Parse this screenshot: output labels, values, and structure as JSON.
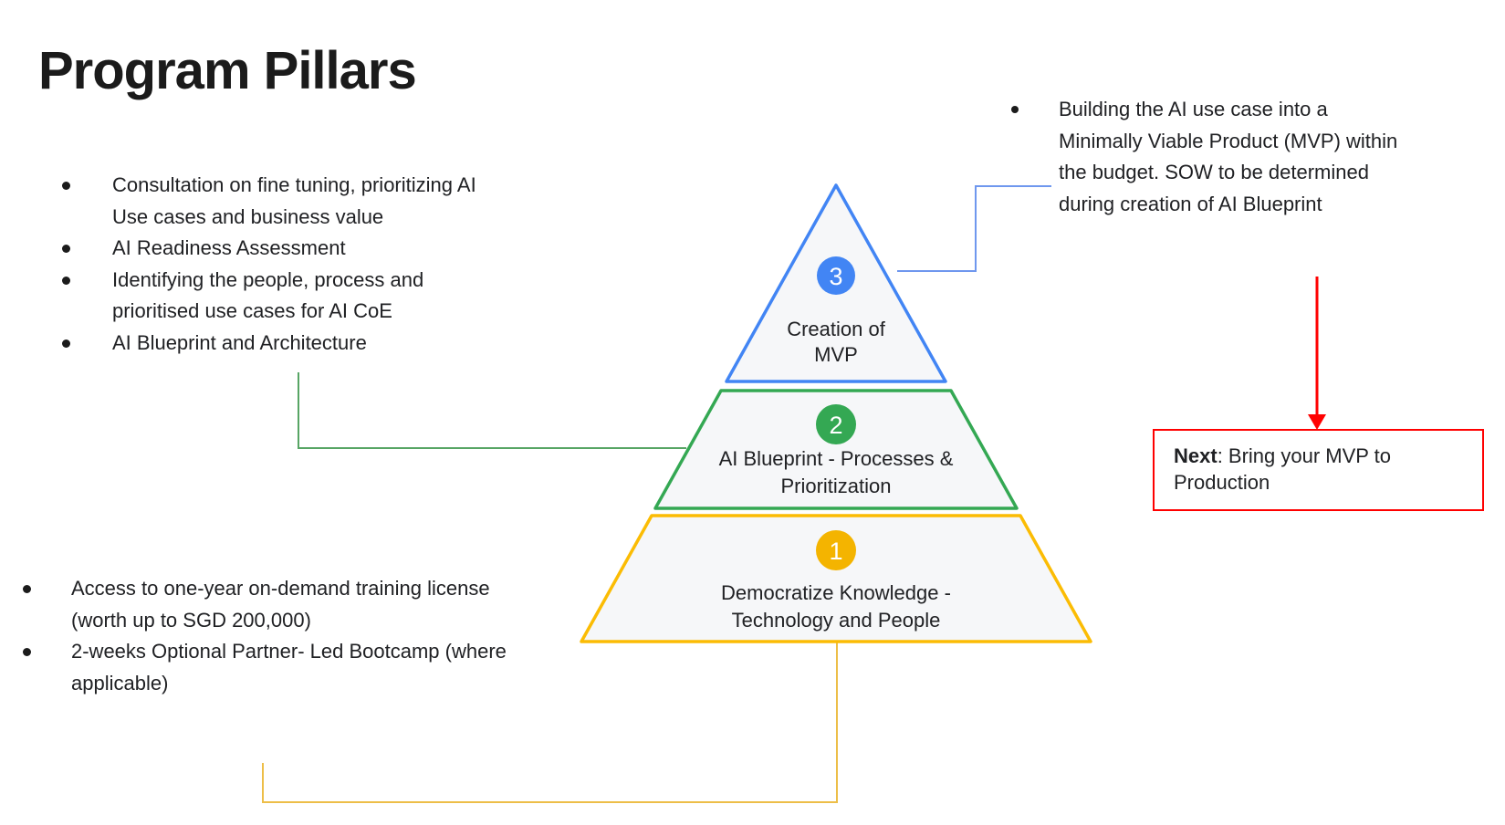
{
  "title": "Program Pillars",
  "upper_left_bullets": [
    [
      "Consultation on fine tuning, prioritizing AI",
      "Use cases and business value"
    ],
    [
      "AI Readiness Assessment"
    ],
    [
      "Identifying the people, process and",
      "prioritised use cases for AI CoE"
    ],
    [
      "AI Blueprint and Architecture"
    ]
  ],
  "lower_left_bullets": [
    [
      "Access to one-year on-demand training license",
      "(worth up to SGD 200,000)"
    ],
    [
      "2-weeks Optional Partner- Led Bootcamp (where",
      "applicable)"
    ]
  ],
  "right_bullet": [
    "Building the AI use case into a",
    "Minimally Viable Product (MVP) within",
    "the budget. SOW to be determined",
    "during creation of AI Blueprint"
  ],
  "pyramid": {
    "levels": [
      {
        "number": "3",
        "label_lines": [
          "Creation of",
          "MVP"
        ],
        "color": "#4285F4"
      },
      {
        "number": "2",
        "label_lines": [
          "AI Blueprint - Processes &",
          "Prioritization"
        ],
        "color": "#34A853"
      },
      {
        "number": "1",
        "label_lines": [
          "Democratize Knowledge -",
          "Technology and People"
        ],
        "color": "#FBBC04"
      }
    ]
  },
  "next_box": {
    "label": "Next",
    "text": ": Bring your MVP to Production"
  },
  "colors": {
    "blue": "#4285F4",
    "green": "#34A853",
    "yellow": "#FBBC04",
    "yellow_circle": "#F4B400",
    "red": "#FF0000",
    "connector_blue": "#6F97EE",
    "connector_green": "#57A564",
    "connector_yellow": "#EDBE48",
    "level_fill": "#F6F7F9",
    "text": "#202124"
  }
}
